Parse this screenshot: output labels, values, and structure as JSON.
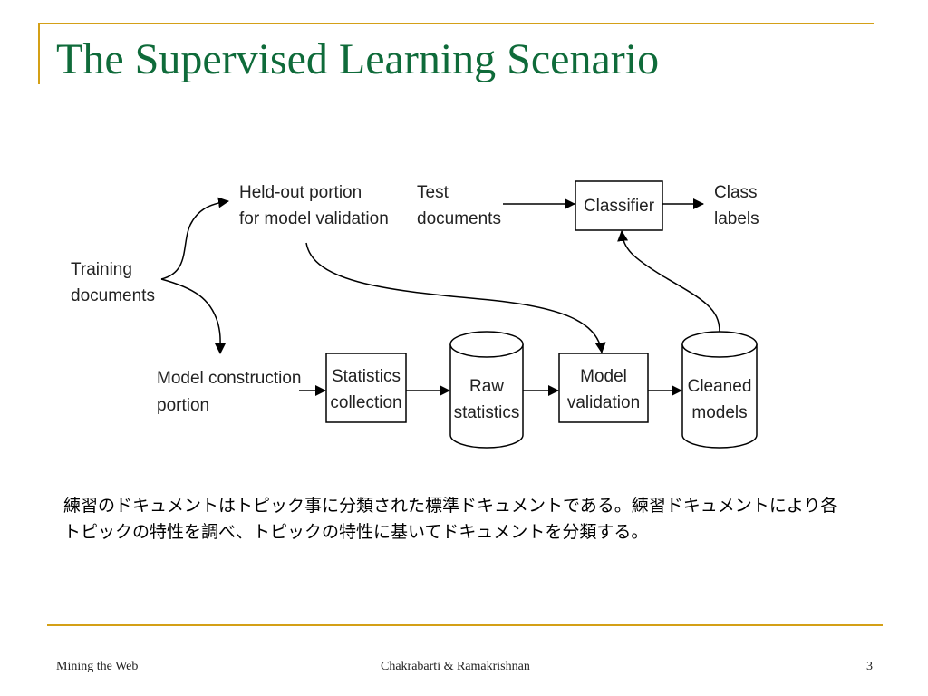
{
  "slide": {
    "title": "The Supervised Learning Scenario",
    "body": "練習のドキュメントはトピック事に分類された標準ドキュメントである。練習ドキュメントにより各トピックの特性を調べ、トピックの特性に基いてドキュメントを分類する。"
  },
  "diagram": {
    "training_documents": [
      "Training",
      "documents"
    ],
    "held_out": [
      "Held-out portion",
      "for model validation"
    ],
    "model_construction": [
      "Model construction",
      "portion"
    ],
    "test_documents": [
      "Test",
      "documents"
    ],
    "classifier": "Classifier",
    "class_labels": [
      "Class",
      "labels"
    ],
    "statistics_collection": [
      "Statistics",
      "collection"
    ],
    "raw_statistics": [
      "Raw",
      "statistics"
    ],
    "model_validation": [
      "Model",
      "validation"
    ],
    "cleaned_models": [
      "Cleaned",
      "models"
    ]
  },
  "footer": {
    "left": "Mining the Web",
    "center": "Chakrabarti & Ramakrishnan",
    "page": "3"
  },
  "colors": {
    "title": "#0f6b3a",
    "rule": "#d4a017"
  }
}
